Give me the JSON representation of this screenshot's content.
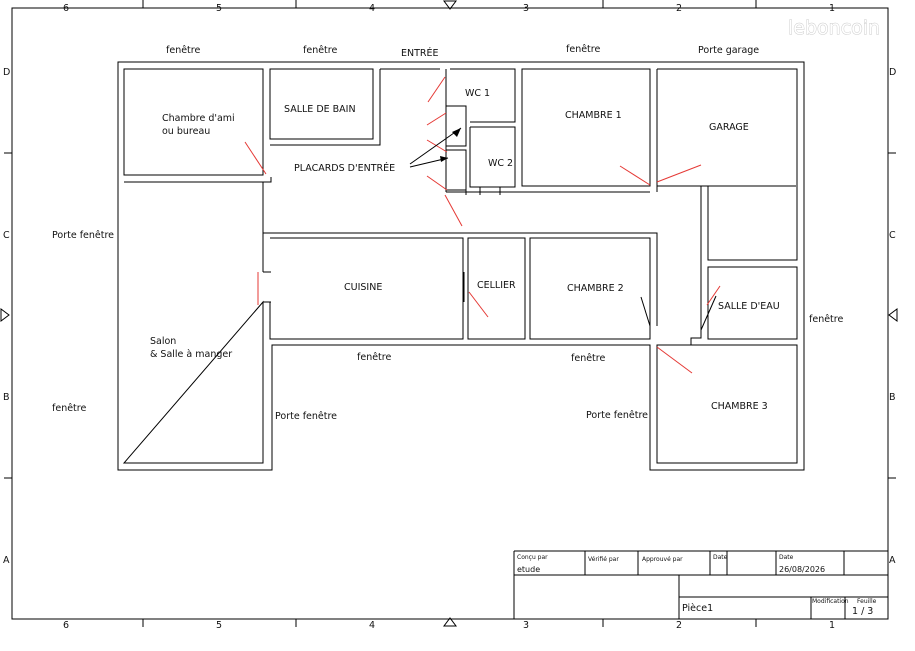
{
  "watermark": "leboncoin",
  "frame": {
    "columns_top": [
      "6",
      "5",
      "4",
      "3",
      "2",
      "1"
    ],
    "columns_bottom": [
      "6",
      "5",
      "4",
      "3",
      "2",
      "1"
    ],
    "rows_left": [
      "D",
      "C",
      "B",
      "A"
    ],
    "rows_right": [
      "D",
      "C",
      "B",
      "A"
    ]
  },
  "rooms": {
    "chambre_ami_1": "Chambre d'ami",
    "chambre_ami_2": "ou bureau",
    "salle_de_bain": "SALLE DE BAIN",
    "wc1": "WC 1",
    "wc2": "WC 2",
    "chambre1": "CHAMBRE 1",
    "garage": "GARAGE",
    "placards": "PLACARDS D'ENTRÉE",
    "cuisine": "CUISINE",
    "cellier": "CELLIER",
    "chambre2": "CHAMBRE 2",
    "salle_eau": "SALLE D'EAU",
    "salon_1": "Salon",
    "salon_2": "& Salle à manger",
    "chambre3": "CHAMBRE 3"
  },
  "openings": {
    "fenetre_top_1": "fenêtre",
    "fenetre_top_2": "fenêtre",
    "entree": "ENTRÉE",
    "fenetre_top_3": "fenêtre",
    "porte_garage": "Porte garage",
    "porte_fenetre_left": "Porte fenêtre",
    "fenetre_left": "fenêtre",
    "fenetre_mid_1": "fenêtre",
    "fenetre_mid_2": "fenêtre",
    "porte_fenetre_1": "Porte fenêtre",
    "porte_fenetre_2": "Porte fenêtre",
    "fenetre_right": "fenêtre"
  },
  "title_block": {
    "concu_par": "Conçu par",
    "concu_par_value": "etude",
    "verifie_par": "Vérifié par",
    "approuve_par": "Approuvé par",
    "date_1": "Date",
    "date_2": "Date",
    "date_value": "26/08/2026",
    "piece": "Pièce1",
    "modification": "Modification",
    "feuille": "Feuille",
    "feuille_value": "1 / 3"
  },
  "colors": {
    "lines": "#000000",
    "door_marks": "#e53935",
    "watermark_stroke": "#c9c9c9"
  }
}
